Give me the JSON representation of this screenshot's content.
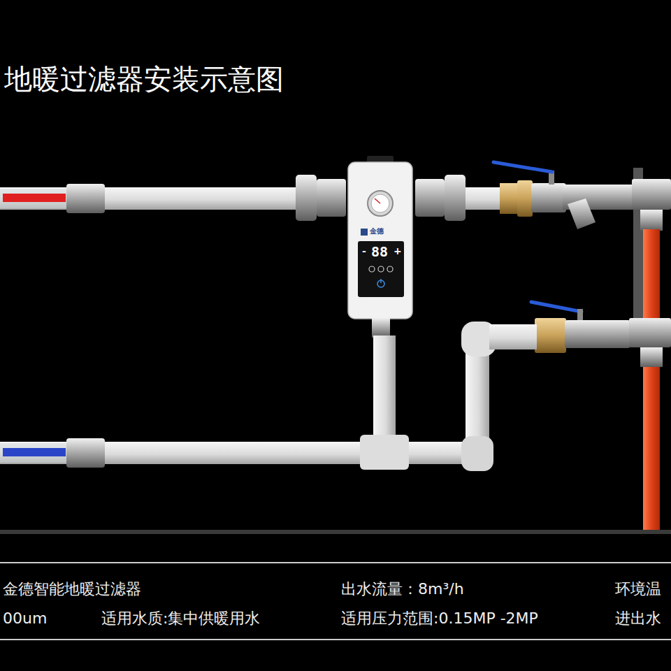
{
  "diagram": {
    "title": "地暖过滤器安装示意图",
    "labels": [
      "金德",
      "-",
      "88",
      "+",
      "金德智能地暖过滤器",
      "出水流量：8m³/h",
      "环境温",
      "00um",
      "适用水质:集中供暖用水",
      "适用压力范围:0.15MP -2MP",
      "进出水"
    ]
  }
}
